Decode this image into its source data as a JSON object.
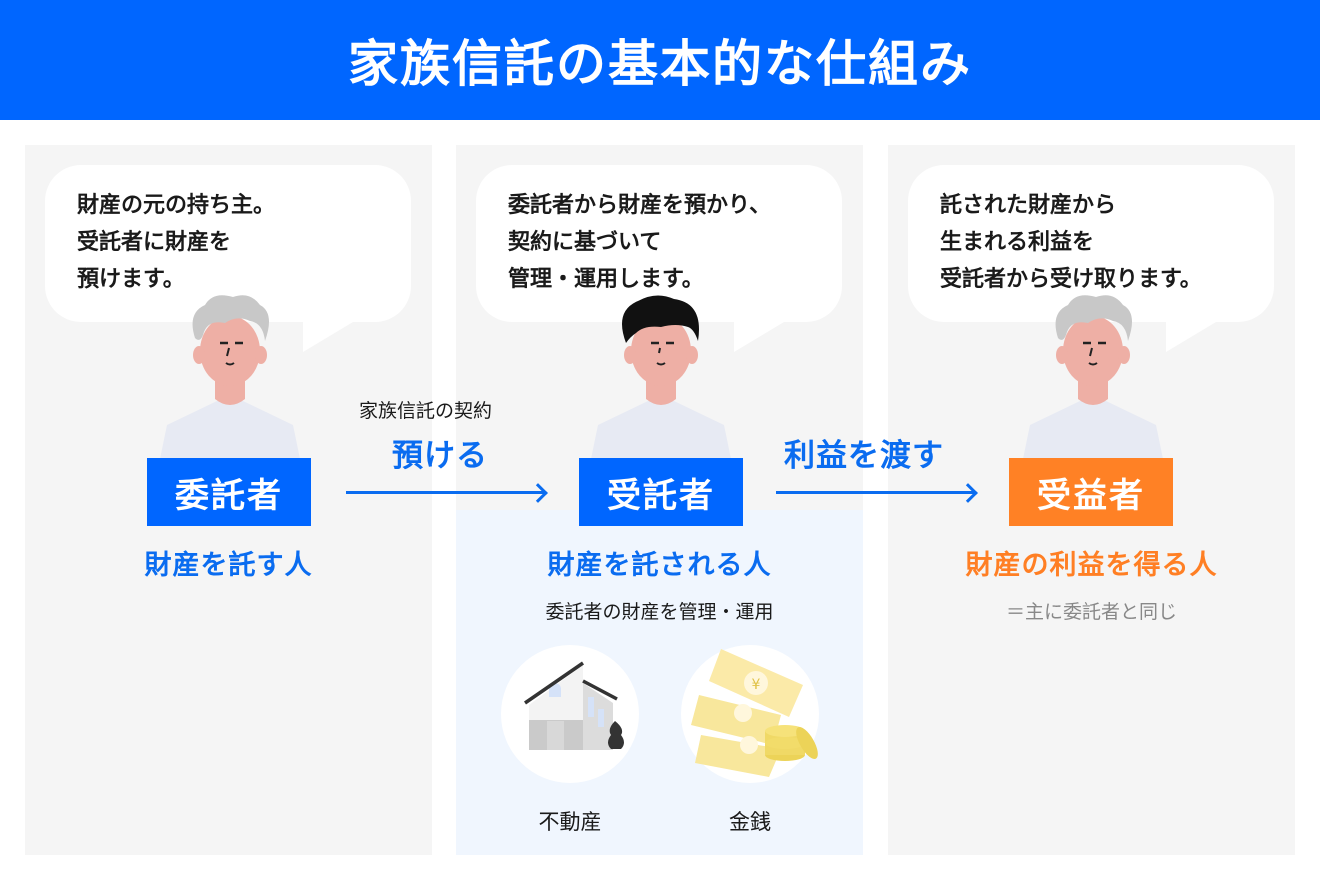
{
  "header": {
    "title": "家族信託の基本的な仕組み",
    "background": "#0066ff"
  },
  "panels": [
    {
      "id": "settlor",
      "bubble_lines": [
        "財産の元の持ち主。",
        "受託者に財産を",
        "預けます。"
      ],
      "role": "委託者",
      "role_color": "#0066ff",
      "description": "財産を託す人",
      "hair": "gray"
    },
    {
      "id": "trustee",
      "bubble_lines": [
        "委託者から財産を預かり、",
        "契約に基づいて",
        "管理・運用します。"
      ],
      "role": "受託者",
      "role_color": "#0066ff",
      "description": "財産を託される人",
      "sub_description": "委託者の財産を管理・運用",
      "assets": [
        {
          "label": "不動産",
          "icon": "house-icon"
        },
        {
          "label": "金銭",
          "icon": "money-icon"
        }
      ],
      "hair": "black"
    },
    {
      "id": "beneficiary",
      "bubble_lines": [
        "託された財産から",
        "生まれる利益を",
        "受託者から受け取ります。"
      ],
      "role": "受益者",
      "role_color": "#ff8125",
      "description": "財産の利益を得る人",
      "sub_description": "＝主に委託者と同じ",
      "hair": "gray"
    }
  ],
  "flows": [
    {
      "caption": "家族信託の契約",
      "label": "預ける"
    },
    {
      "label": "利益を渡す"
    }
  ]
}
